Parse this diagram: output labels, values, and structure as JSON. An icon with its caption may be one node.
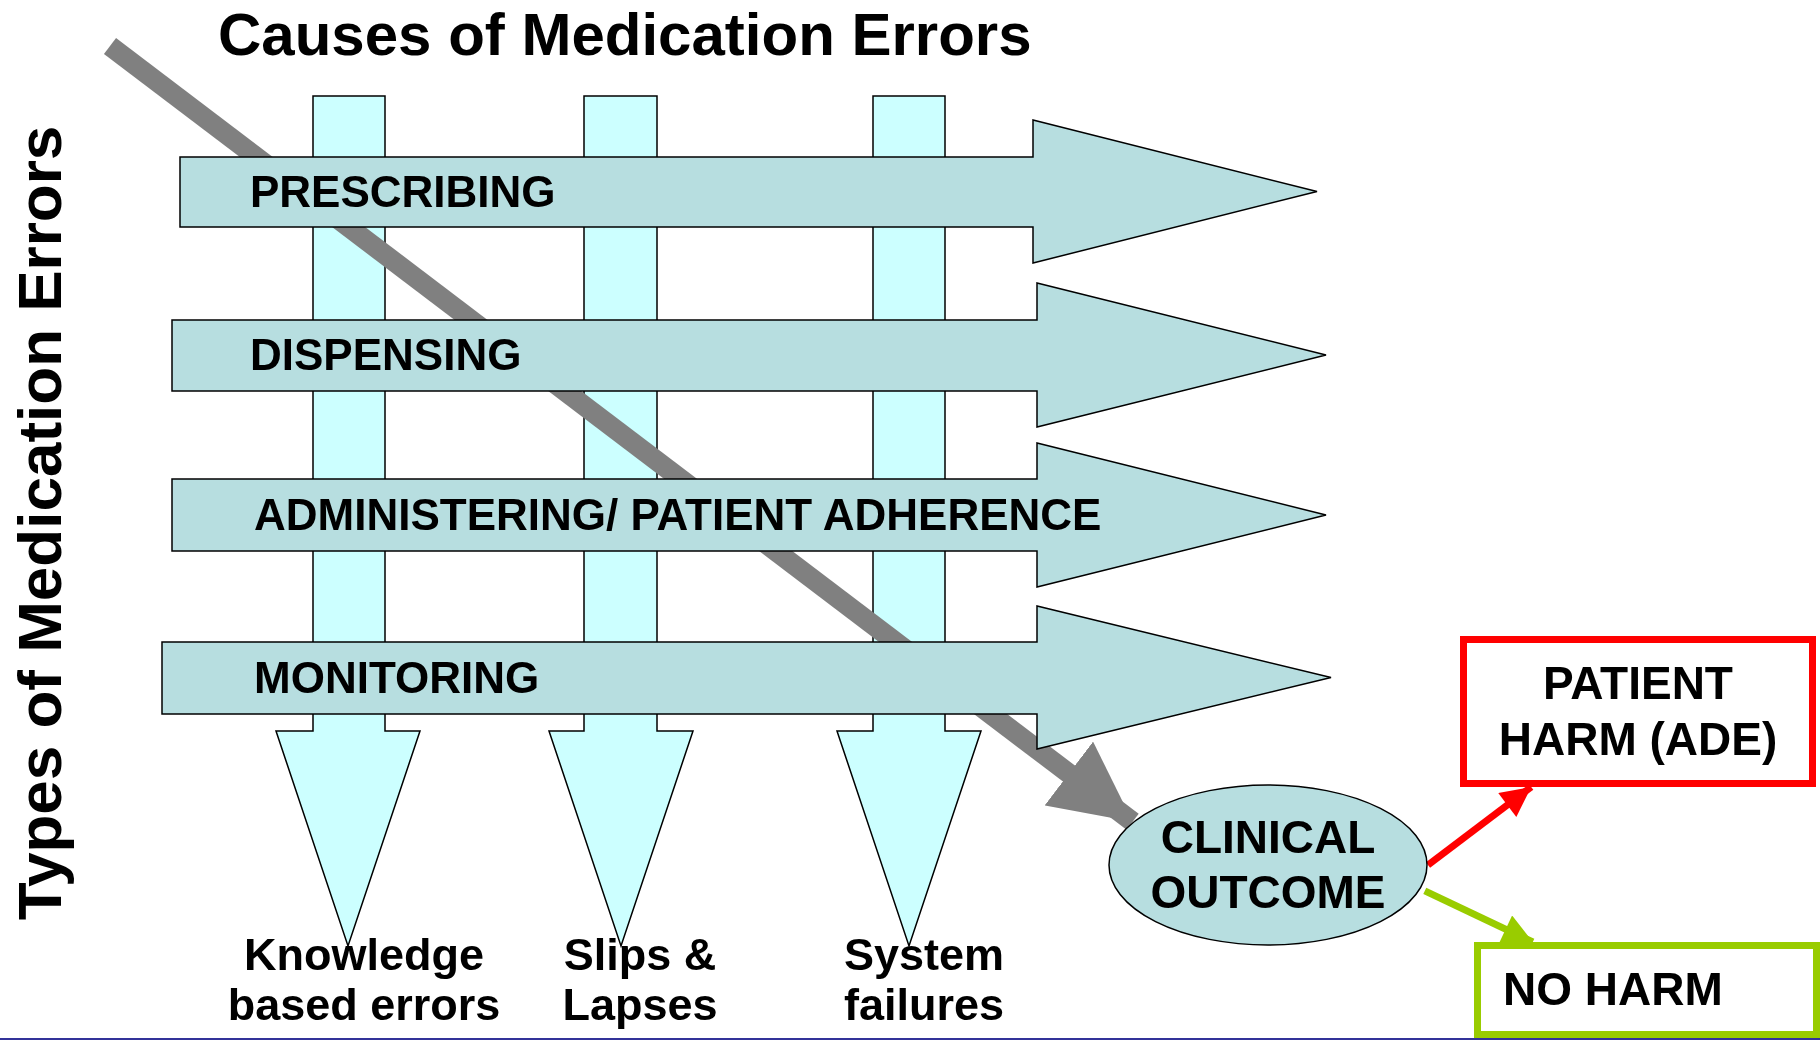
{
  "diagram": {
    "title": "Causes of Medication Errors",
    "nodes": [
      {
        "text": [],
        "shape": "arrow",
        "beside": [
          "Knowledge based errors"
        ]
      },
      {
        "text": [],
        "shape": "arrow",
        "beside": [
          "Slips & Lapses"
        ]
      },
      {
        "text": [],
        "shape": "arrow",
        "beside": [
          "System failures"
        ]
      },
      {
        "text": [
          "PRESCRIBING"
        ]
      },
      {
        "text": [
          "DISPENSING"
        ]
      },
      {
        "text": [
          "ADMINISTERING/ PATIENT ADHERENCE"
        ]
      },
      {
        "text": [
          "MONITORING"
        ]
      },
      {
        "text": [
          "CLINICAL OUTCOME"
        ]
      },
      {
        "text": [
          "PATIENT HARM (ADE)"
        ]
      },
      {
        "text": [
          "NO HARM"
        ]
      }
    ],
    "edges": [
      {
        "from": null,
        "to": 7,
        "arrow": "to",
        "style": "thick",
        "color": "#808080"
      },
      {
        "from": 7,
        "to": 8,
        "arrow": "to",
        "color": "#ff0000"
      },
      {
        "from": 7,
        "to": 9,
        "arrow": "to",
        "color": "#99cc00"
      }
    ],
    "labels": [
      "Types of Medication Errors"
    ]
  }
}
